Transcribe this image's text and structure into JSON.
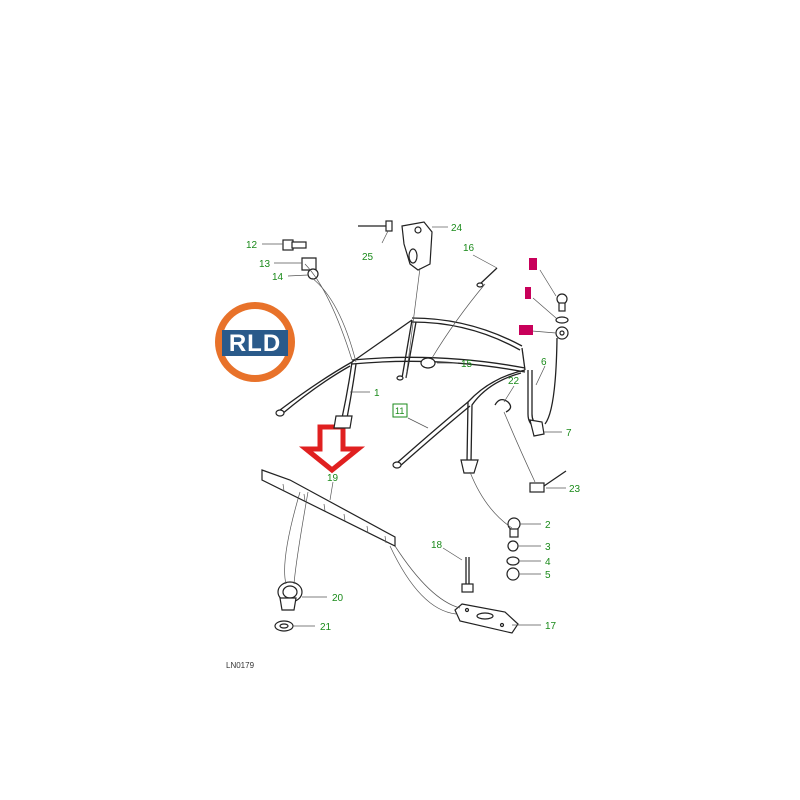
{
  "diagram": {
    "reference": "LN0179",
    "colors": {
      "label": "#1a8a1a",
      "leader": "#555555",
      "logo_ring": "#e8722a",
      "logo_center": "#2a5a8a",
      "arrow": "#e02020",
      "marker": "#c8005a"
    },
    "logo": {
      "text": "RLD"
    },
    "callouts": [
      {
        "id": "c1",
        "text": "1"
      },
      {
        "id": "c2",
        "text": "2"
      },
      {
        "id": "c3",
        "text": "3"
      },
      {
        "id": "c4",
        "text": "4"
      },
      {
        "id": "c5",
        "text": "5"
      },
      {
        "id": "c6",
        "text": "6"
      },
      {
        "id": "c7",
        "text": "7"
      },
      {
        "id": "c11",
        "text": "11"
      },
      {
        "id": "c12",
        "text": "12"
      },
      {
        "id": "c13",
        "text": "13"
      },
      {
        "id": "c14",
        "text": "14"
      },
      {
        "id": "c15",
        "text": "15"
      },
      {
        "id": "c16",
        "text": "16"
      },
      {
        "id": "c17",
        "text": "17"
      },
      {
        "id": "c18",
        "text": "18"
      },
      {
        "id": "c19",
        "text": "19"
      },
      {
        "id": "c20",
        "text": "20"
      },
      {
        "id": "c21",
        "text": "21"
      },
      {
        "id": "c22",
        "text": "22"
      },
      {
        "id": "c23",
        "text": "23"
      },
      {
        "id": "c24",
        "text": "24"
      },
      {
        "id": "c25",
        "text": "25"
      }
    ]
  }
}
